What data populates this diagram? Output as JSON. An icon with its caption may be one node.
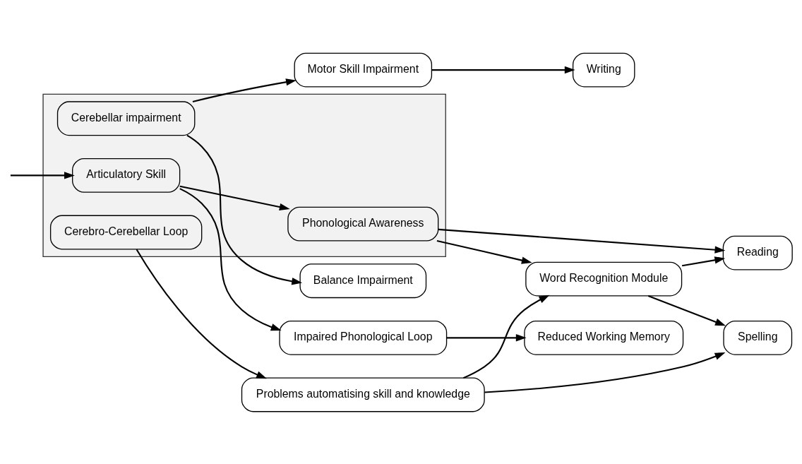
{
  "diagram": {
    "nodes": [
      {
        "text": [],
        "shape": "box"
      },
      {
        "text": [
          "Motor Skill Impairment"
        ]
      },
      {
        "text": [
          "Writing"
        ]
      },
      {
        "text": [
          "Balance Impairment"
        ]
      },
      {
        "text": [
          "Cerebellar impairment"
        ],
        "in": 0
      },
      {
        "text": [
          "Impaired Phonological Loop"
        ]
      },
      {
        "text": [
          "Reduced Working Memory"
        ]
      },
      {
        "text": [
          "Articulatory Skill"
        ],
        "in": 0
      },
      {
        "text": [
          "Phonological Awareness"
        ],
        "in": 0
      },
      {
        "text": [
          "Reading"
        ]
      },
      {
        "text": [
          "Cerebro-Cerebellar Loop"
        ],
        "in": 0
      },
      {
        "text": [
          "Word Recognition Module"
        ]
      },
      {
        "text": [
          "Problems automatising skill and knowledge"
        ]
      },
      {
        "text": [
          "Spelling"
        ]
      }
    ],
    "edges": [
      {
        "from": 4,
        "to": 1,
        "arrow": "to"
      },
      {
        "from": 4,
        "to": 3,
        "arrow": "to"
      },
      {
        "from": 1,
        "to": 2,
        "arrow": "to"
      },
      {
        "from": null,
        "to": 7,
        "arrow": "to"
      },
      {
        "from": 7,
        "to": 5,
        "arrow": "to"
      },
      {
        "from": 7,
        "to": 8,
        "arrow": "to"
      },
      {
        "from": 5,
        "to": 6,
        "arrow": "to"
      },
      {
        "from": 8,
        "to": 9,
        "arrow": "to"
      },
      {
        "from": 8,
        "to": 11,
        "arrow": "to"
      },
      {
        "from": 10,
        "to": 12,
        "arrow": "to"
      },
      {
        "from": 12,
        "to": 11,
        "arrow": "to"
      },
      {
        "from": 12,
        "to": 13,
        "arrow": "to"
      },
      {
        "from": 11,
        "to": 9,
        "arrow": "to"
      },
      {
        "from": 11,
        "to": 13,
        "arrow": "to"
      }
    ]
  }
}
